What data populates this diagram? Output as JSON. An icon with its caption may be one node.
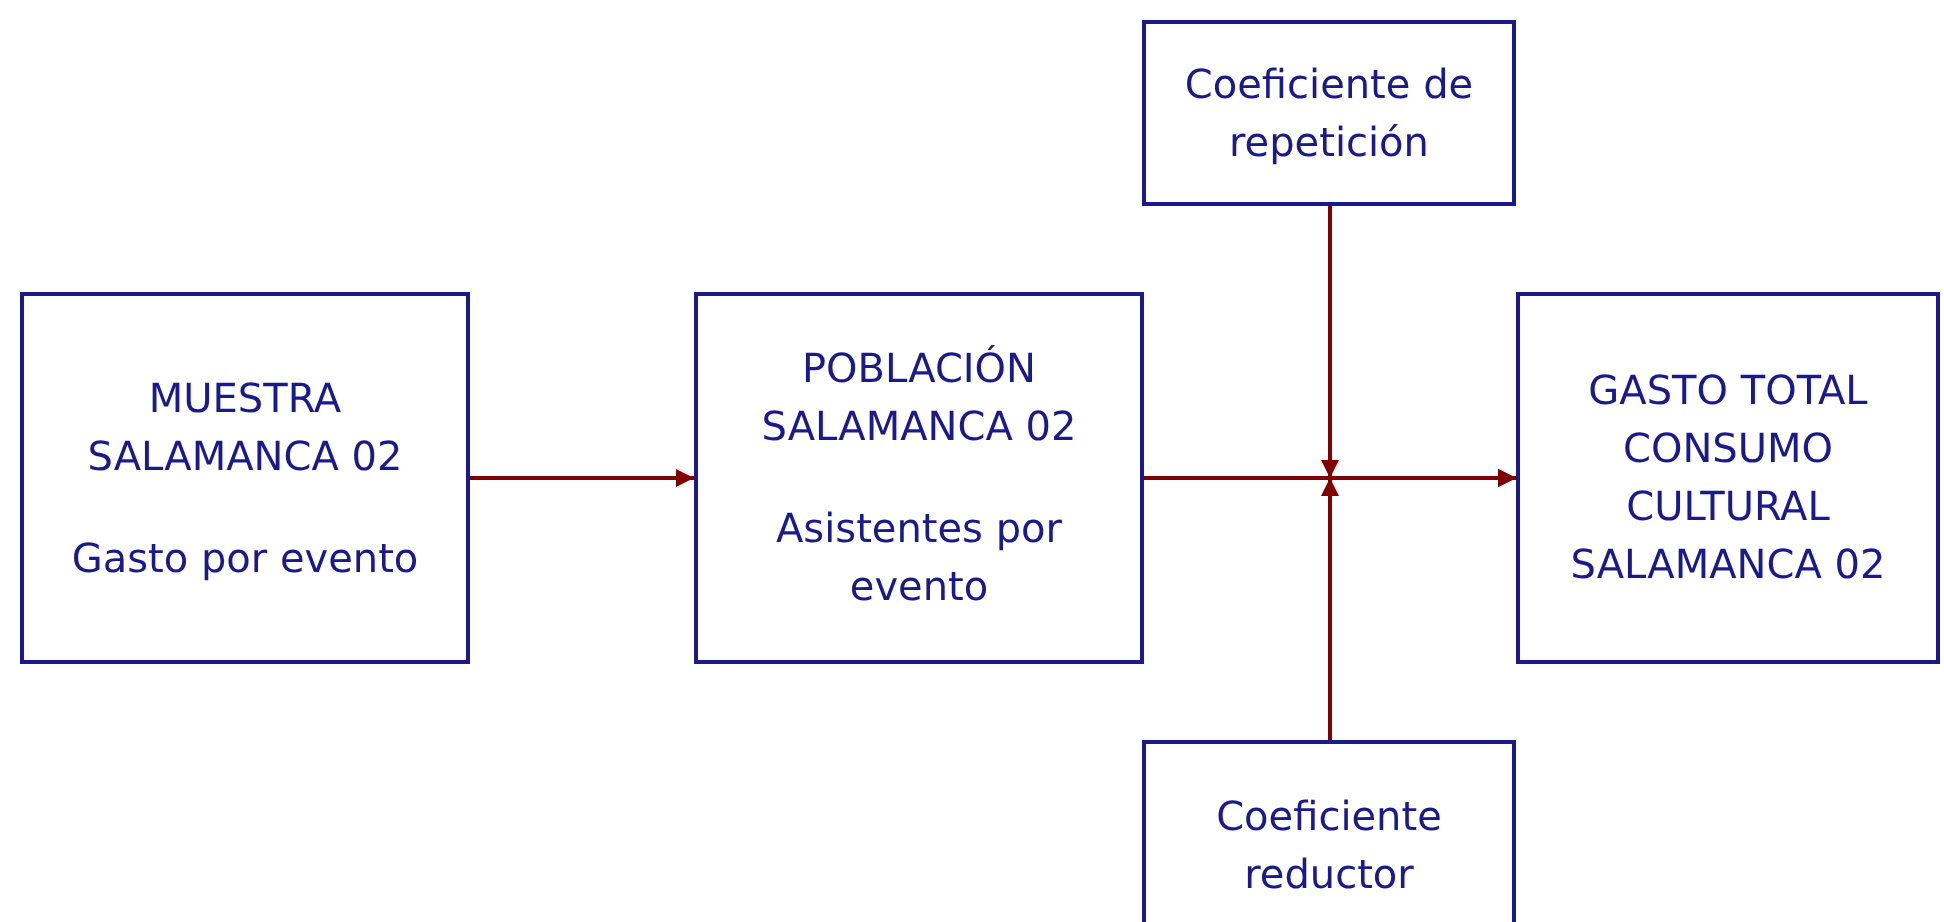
{
  "diagram": {
    "nodes": [
      {
        "text": [
          "MUESTRA SALAMANCA 02",
          "Gasto por evento"
        ]
      },
      {
        "text": [
          "POBLACIÓN SALAMANCA 02",
          "Asistentes por evento"
        ]
      },
      {
        "text": [
          "Coeficiente de repetición"
        ]
      },
      {
        "text": [
          "GASTO TOTAL CONSUMO CULTURAL SALAMANCA 02"
        ]
      },
      {
        "text": [
          "Coeficiente reductor"
        ]
      }
    ],
    "edges": [
      {
        "from": 0,
        "to": 1,
        "arrow": "to"
      },
      {
        "from": 1,
        "to": 3,
        "arrow": "to"
      },
      {
        "from": 2,
        "to": 3,
        "arrow": "to"
      },
      {
        "from": 4,
        "to": 3,
        "arrow": "to"
      }
    ]
  }
}
